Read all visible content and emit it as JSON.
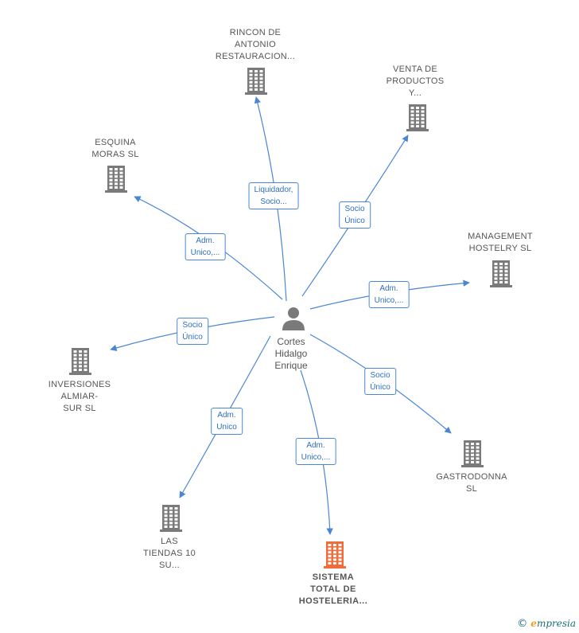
{
  "colors": {
    "edge": "#4a86d4",
    "building": "#7a7a7a",
    "building_main": "#f26b3a",
    "person": "#7a7a7a"
  },
  "person": {
    "lines": [
      "Cortes",
      "Hidalgo",
      "Enrique"
    ],
    "icon": "person-icon"
  },
  "companies": [
    {
      "id": "rincon",
      "lines": [
        "RINCON DE",
        "ANTONIO",
        "RESTAURACION..."
      ],
      "icon": "building-icon",
      "main": false
    },
    {
      "id": "venta",
      "lines": [
        "VENTA DE",
        "PRODUCTOS",
        "Y..."
      ],
      "icon": "building-icon",
      "main": false
    },
    {
      "id": "esquina",
      "lines": [
        "ESQUINA",
        "MORAS  SL"
      ],
      "icon": "building-icon",
      "main": false
    },
    {
      "id": "management",
      "lines": [
        "MANAGEMENT",
        "HOSTELRY  SL"
      ],
      "icon": "building-icon",
      "main": false
    },
    {
      "id": "inversiones",
      "lines": [
        "INVERSIONES",
        "ALMIAR-",
        "SUR  SL"
      ],
      "icon": "building-icon",
      "main": false
    },
    {
      "id": "gastrodonna",
      "lines": [
        "GASTRODONNA",
        "SL"
      ],
      "icon": "building-icon",
      "main": false
    },
    {
      "id": "tiendas",
      "lines": [
        "LAS",
        "TIENDAS 10",
        "SU..."
      ],
      "icon": "building-icon",
      "main": false
    },
    {
      "id": "sistema",
      "lines": [
        "SISTEMA",
        "TOTAL DE",
        "HOSTELERIA..."
      ],
      "icon": "building-icon",
      "main": true
    }
  ],
  "edges": [
    {
      "to": "rincon",
      "lines": [
        "Liquidador,",
        "Socio..."
      ]
    },
    {
      "to": "venta",
      "lines": [
        "Socio",
        "Único"
      ]
    },
    {
      "to": "esquina",
      "lines": [
        "Adm.",
        "Unico,..."
      ]
    },
    {
      "to": "management",
      "lines": [
        "Adm.",
        "Unico,..."
      ]
    },
    {
      "to": "inversiones",
      "lines": [
        "Socio",
        "Único"
      ]
    },
    {
      "to": "gastrodonna",
      "lines": [
        "Socio",
        "Único"
      ]
    },
    {
      "to": "tiendas",
      "lines": [
        "Adm.",
        "Unico"
      ]
    },
    {
      "to": "sistema",
      "lines": [
        "Adm.",
        "Unico,..."
      ]
    }
  ],
  "brand": {
    "copyright": "©",
    "name_initial": "e",
    "name_rest": "mpresia"
  }
}
